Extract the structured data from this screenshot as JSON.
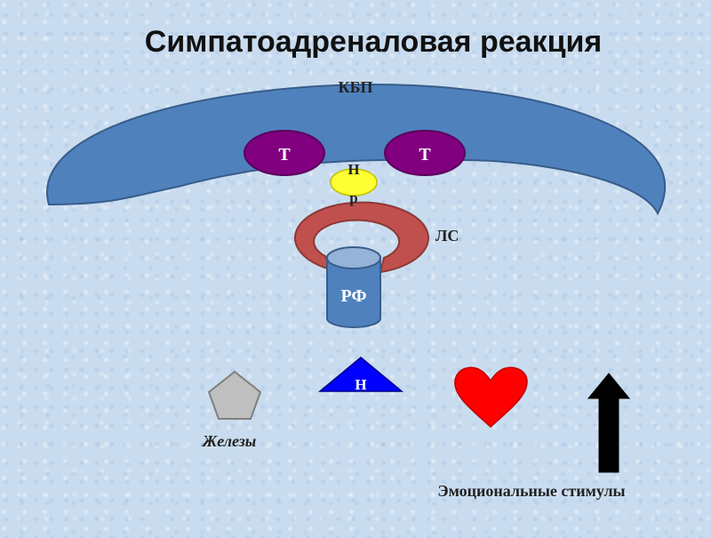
{
  "title": "Симпатоадреналовая реакция",
  "labels": {
    "kbp": "КБП",
    "t_left": "Т",
    "t_right": "Т",
    "np_top": "Н",
    "np_bottom": "р",
    "ls": "ЛС",
    "rf": "РФ",
    "n_triangle": "Н",
    "glands": "Железы",
    "emotional_stimuli": "Эмоциональные стимулы"
  },
  "colors": {
    "arc": "#4f81bd",
    "thalamus": "#800080",
    "hypothalamus": "#ffff33",
    "limbic": "#c0504d",
    "cylinder": "#4f81bd",
    "cylinder_top": "#95b3d7",
    "triangle": "#0000ff",
    "pentagon": "#bfbfbf",
    "heart": "#ff0000",
    "arrow": "#000000"
  },
  "icons": {
    "glands": "pentagon-icon",
    "heart": "heart-icon",
    "stimulus_arrow": "up-arrow-icon"
  }
}
